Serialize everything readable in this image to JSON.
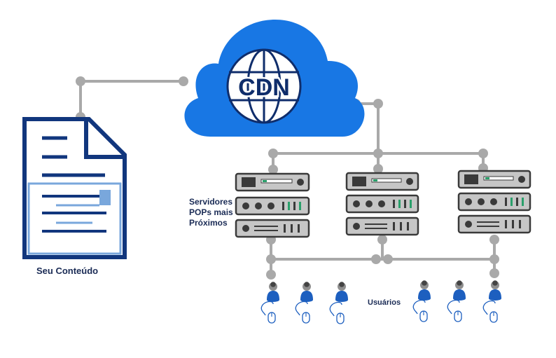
{
  "cloud": {
    "label": "CDN"
  },
  "document": {
    "label": "Seu Conteúdo"
  },
  "servers": {
    "label_lines": [
      "Servidores",
      "POPs mais",
      "Próximos"
    ]
  },
  "users": {
    "label": "Usuários"
  },
  "colors": {
    "cloud": "#1877e4",
    "navy": "#11367d",
    "doc_accent": "#79a7dc",
    "connector": "#a9a9a9",
    "user_blue": "#1d5fbf",
    "server_body": "#c6c6c6",
    "server_dark": "#3a3a3a",
    "led_green": "#2aa06b"
  }
}
